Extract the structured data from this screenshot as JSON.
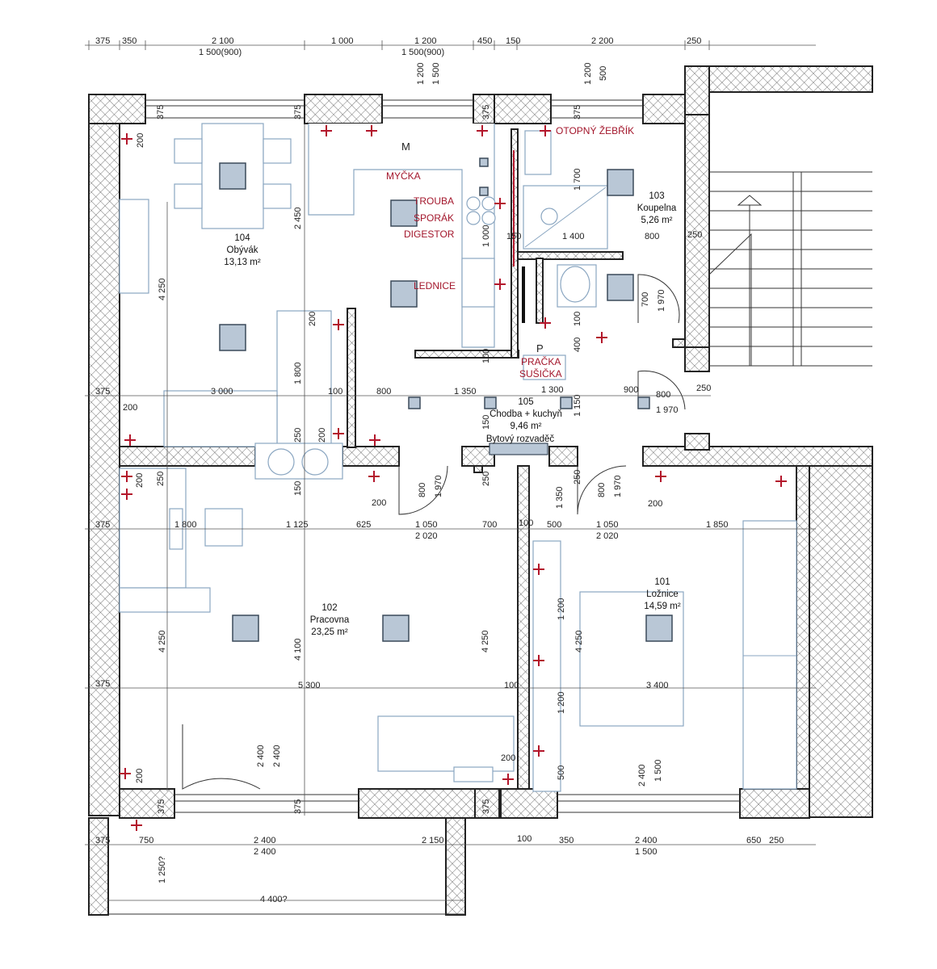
{
  "rooms": {
    "r104": {
      "number": "104",
      "name": "Obývák",
      "area": "13,13 m²"
    },
    "r103": {
      "number": "103",
      "name": "Koupelna",
      "area": "5,26 m²"
    },
    "r105": {
      "number": "105",
      "name": "Chodba + kuchyň",
      "area": "9,46 m²"
    },
    "r102": {
      "number": "102",
      "name": "Pracovna",
      "area": "23,25 m²"
    },
    "r101": {
      "number": "101",
      "name": "Ložnice",
      "area": "14,59 m²"
    }
  },
  "labels": {
    "otopny": "OTOPNÝ ŽEBŘÍK",
    "mycka": "MYČKA",
    "trouba": "TROUBA",
    "sporak": "SPORÁK",
    "digestor": "DIGESTOR",
    "lednice": "LEDNICE",
    "pracka": "PRAČKA",
    "susicka": "SUŠIČKA",
    "rozvadec": "Bytový rozvaděč",
    "m": "M",
    "p": "P"
  },
  "top_dims": {
    "d375": "375",
    "d350": "350",
    "d2100": "2 100",
    "d1500_900a": "1 500(900)",
    "d1000": "1 000",
    "d1200": "1 200",
    "d1500_900b": "1 500(900)",
    "d450": "450",
    "d150": "150",
    "d2200": "2 200",
    "d250": "250"
  },
  "bottom_dims": {
    "d375": "375",
    "d750": "750",
    "d2400a": "2 400",
    "d2400b": "2 400",
    "d2150": "2 150",
    "d100": "100",
    "d350": "350",
    "d2400c": "2 400",
    "d1500": "1 500",
    "d650": "650",
    "d250": "250",
    "d1250": "1 250?",
    "d4400": "4 400?"
  },
  "vertical_dims": {
    "v1200a": "1 200",
    "v1500a": "1 500",
    "v1200b": "1 200",
    "v500": "500",
    "v4250a": "4 250",
    "v2450": "2 450",
    "v1800": "1 800",
    "v4250b": "4 250",
    "v4100": "4 100",
    "v2400a": "2 400",
    "v2400b": "2 400",
    "v4250c": "4 250",
    "v4250d": "4 250",
    "v1700": "1 700",
    "v1200c": "1 200",
    "v1200d": "1 200",
    "v1350": "1 350",
    "v2400c": "2 400",
    "v1500b": "1 500",
    "v700": "700",
    "v1970a": "1 970",
    "v1970b": "1 970",
    "v1970c": "1 970",
    "v800a": "800",
    "v800b": "800",
    "v1150": "1 150"
  },
  "row_dims": {
    "r1_375": "375",
    "r1_3000": "3 000",
    "r1_100": "100",
    "r1_800": "800",
    "r1_1350": "1 350",
    "r1_1300": "1 300",
    "r1_900": "900",
    "r1_800b": "800",
    "r1_250": "250",
    "r1_200": "200",
    "r1_1970": "1 970",
    "r2_375": "375",
    "r2_1800": "1 800",
    "r2_1125": "1 125",
    "r2_625": "625",
    "r2_1050a": "1 050",
    "r2_2020a": "2 020",
    "r2_700": "700",
    "r2_100": "100",
    "r2_500": "500",
    "r2_1050b": "1 050",
    "r2_2020b": "2 020",
    "r2_1850": "1 850",
    "r3_375": "375",
    "r3_5300": "5 300",
    "r3_100": "100",
    "r3_3400": "3 400",
    "k1400": "1 400",
    "k800": "800",
    "k250": "250"
  },
  "small_dims": {
    "s375a": "375",
    "s375b": "375",
    "s375c": "375",
    "s375d": "375",
    "s375e": "375",
    "s375f": "375",
    "s375g": "375",
    "s200a": "200",
    "s200b": "200",
    "s200c": "200",
    "s200d": "200",
    "s200e": "200",
    "s200f": "200",
    "s200g": "200",
    "s200h": "200",
    "s250a": "250",
    "s250b": "250",
    "s250c": "250",
    "s250d": "250",
    "s150": "150",
    "s100": "100",
    "s400": "400",
    "s1000": "1 000",
    "s100b": "100",
    "s150b": "150",
    "s150c": "150",
    "s500": "500"
  }
}
